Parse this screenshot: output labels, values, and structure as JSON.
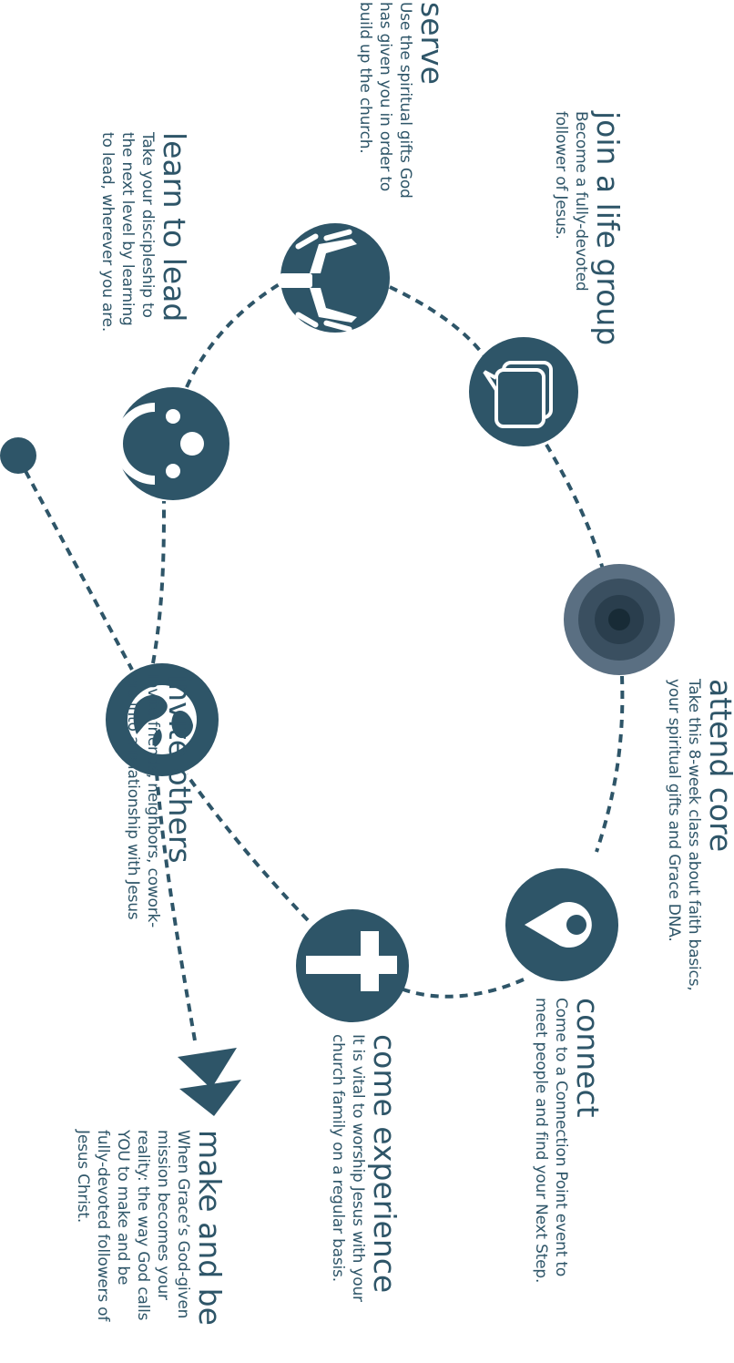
{
  "colors": {
    "primary": "#2e5568",
    "core_outer": "#5a6f82",
    "core_mid": "#3a4f60",
    "core_inner": "#2a3e4d",
    "core_dot": "#182b36",
    "background": "#ffffff"
  },
  "steps": [
    {
      "id": "connect",
      "icon": "location-pin-icon",
      "title": "connect",
      "desc_lines": [
        "Come to a Connection Point event to",
        "meet people and find your Next Step."
      ]
    },
    {
      "id": "attend-core",
      "icon": "target-icon",
      "title": "attend core",
      "desc_lines": [
        "Take this 8-week class about faith basics,",
        "your spiritual gifts and Grace DNA."
      ]
    },
    {
      "id": "join-life-group",
      "icon": "chat-bubbles-icon",
      "title": "join a life group",
      "desc_lines": [
        "Become a fully-devoted",
        "follower of Jesus."
      ]
    },
    {
      "id": "serve",
      "icon": "hands-icon",
      "title": "serve",
      "desc_lines": [
        "Use the spiritual gifts God",
        "has given you in order to",
        "build up the church."
      ]
    },
    {
      "id": "learn-to-lead",
      "icon": "group-icon",
      "title": "learn to lead",
      "desc_lines": [
        "Take your discipleship to",
        "the next level by learning",
        "to lead, wherever you are."
      ]
    },
    {
      "id": "invite-others",
      "icon": "globe-icon",
      "title": "invite others",
      "desc_lines": [
        "Invite friends, neighbors, cowork-",
        "ers into a relationship with Jesus"
      ]
    },
    {
      "id": "come-experience",
      "icon": "cross-icon",
      "title": "come experience",
      "desc_lines": [
        "It is vital to worship Jesus with your",
        "church family on a regular basis."
      ]
    },
    {
      "id": "make-and-be",
      "icon": "double-arrow-icon",
      "title": "make and be",
      "desc_lines": [
        "When Grace’s God-given",
        "mission becomes your",
        "reality: the way God calls",
        "YOU to make and be",
        "fully-devoted followers of",
        "Jesus Christ."
      ]
    }
  ]
}
